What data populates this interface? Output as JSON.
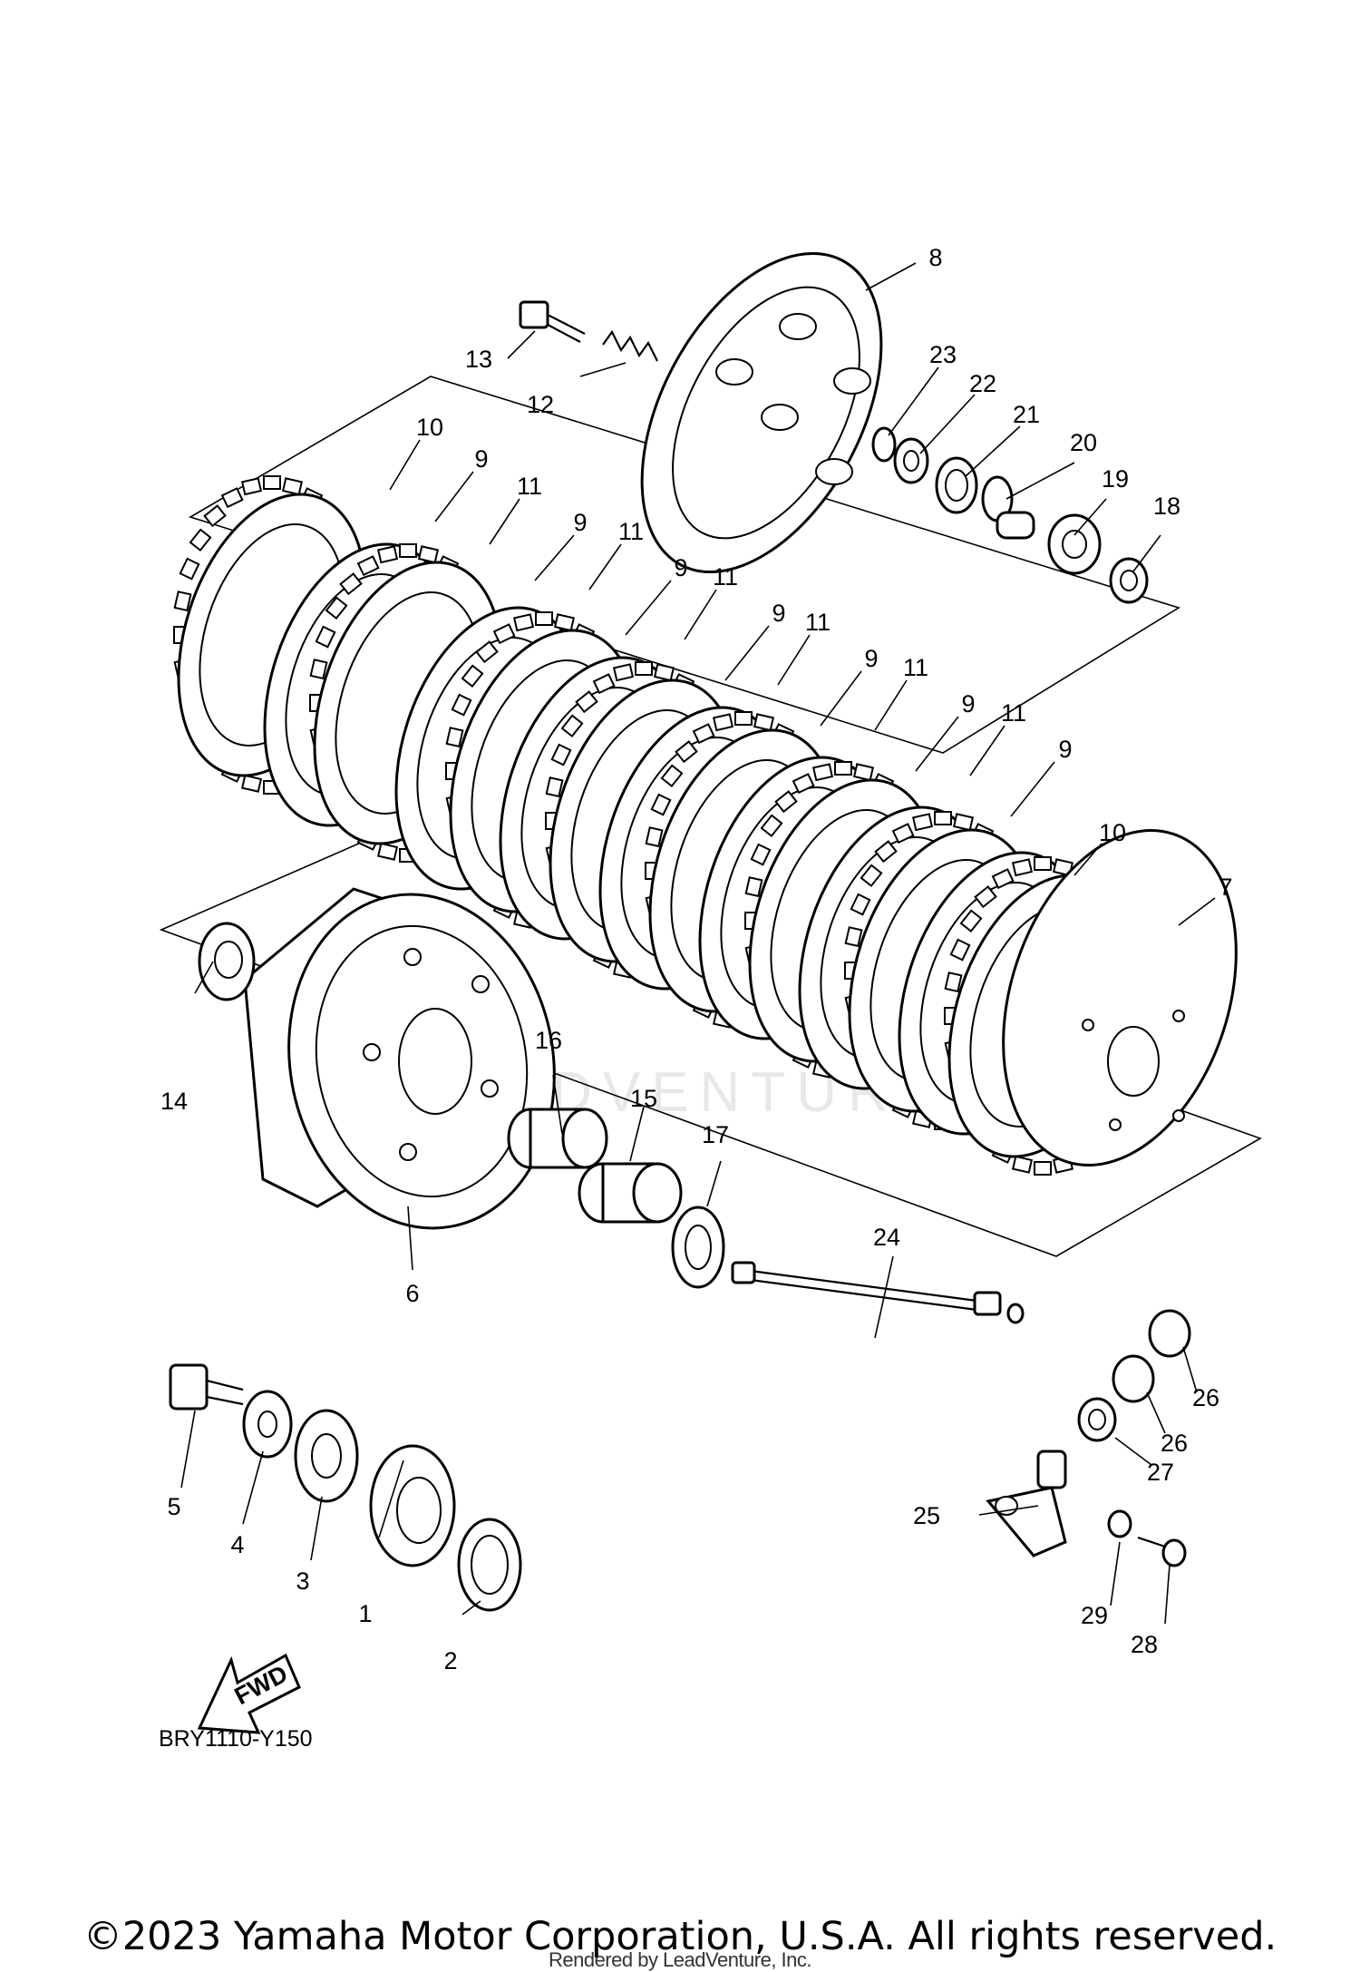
{
  "diagram": {
    "code": "BRY1110-Y150",
    "fwd_label": "FWD",
    "watermark": "LEADVENTURE",
    "callouts": [
      "1",
      "2",
      "3",
      "4",
      "5",
      "6",
      "7",
      "8",
      "9",
      "10",
      "11",
      "12",
      "13",
      "14",
      "15",
      "16",
      "17",
      "18",
      "19",
      "20",
      "21",
      "22",
      "23",
      "24",
      "25",
      "26",
      "27",
      "28",
      "29"
    ]
  },
  "footer": {
    "copyright": "©2023 Yamaha Motor Corporation, U.S.A. All rights reserved.",
    "rendered_by": "Rendered by LeadVenture, Inc."
  }
}
